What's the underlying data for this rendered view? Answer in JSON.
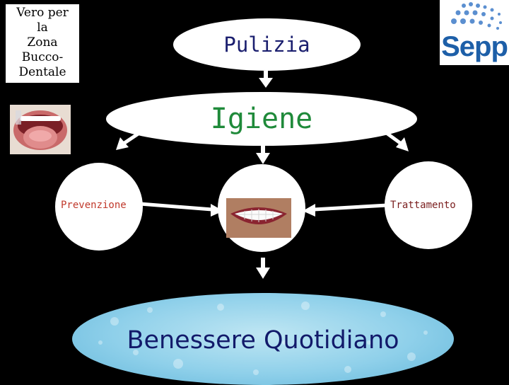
{
  "caption": {
    "lines": [
      "Vero per",
      "la",
      "Zona",
      "Bucco-",
      "Dentale"
    ]
  },
  "logo": {
    "text": "Sepp",
    "color": "#1d5fa8"
  },
  "nodes": {
    "pulizia": "Pulizia",
    "igiene": "Igiene",
    "prevenzione": "Prevenzione",
    "trattamento": "Trattamento",
    "benessere": "Benessere Quotidiano"
  },
  "colors": {
    "background": "#000000",
    "node_fill": "#ffffff",
    "pulizia_text": "#1b1f6f",
    "igiene_text": "#1f8a3a",
    "prevenzione_text": "#c0392b",
    "trattamento_text": "#7a1e1e",
    "benessere_text": "#121a6a",
    "arrow": "#ffffff"
  },
  "icons": [
    "mouth-photo",
    "smile-teeth-photo",
    "sepp-logo",
    "arrow-icon"
  ]
}
